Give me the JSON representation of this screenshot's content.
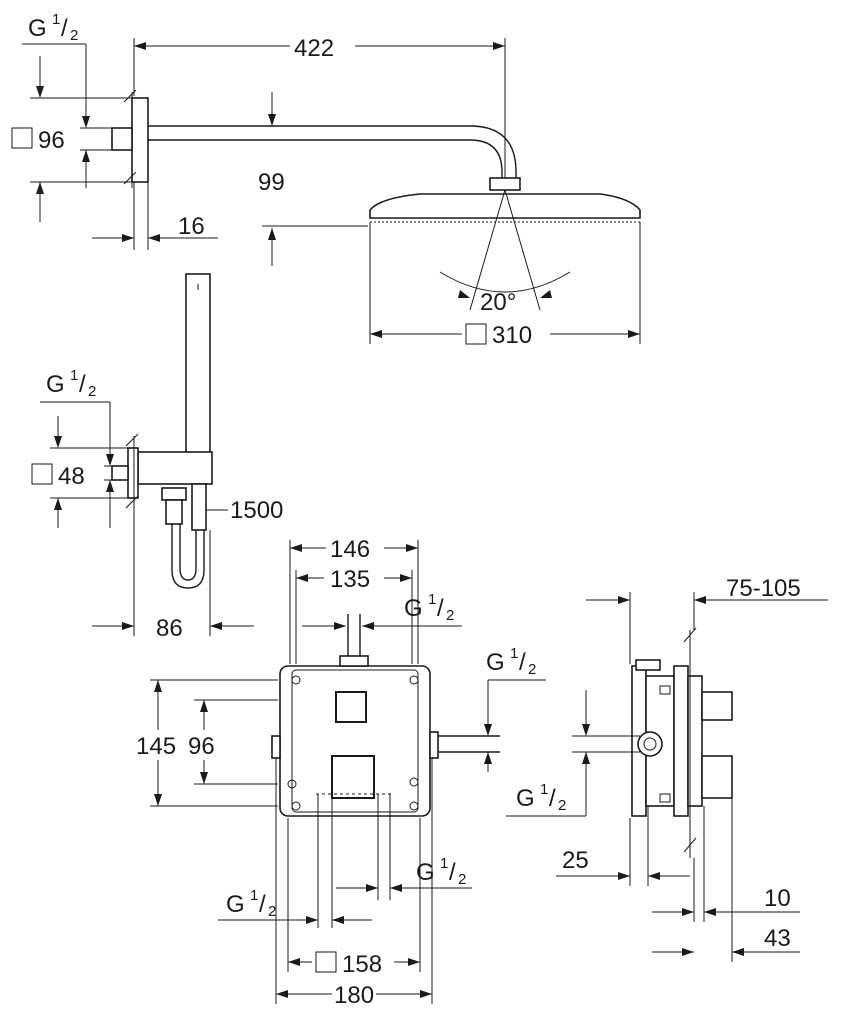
{
  "dimensions": {
    "head_arm_length": "422",
    "wall_flange_square": "96",
    "head_drop": "99",
    "flange_depth": "16",
    "spray_angle": "20°",
    "head_square": "310",
    "hand_flange_square": "48",
    "hose_length": "1500",
    "hand_holder_depth": "86",
    "box_outer_width": "146",
    "box_inner_width": "135",
    "box_height": "145",
    "box_inner_height": "96",
    "cover_square": "158",
    "cover_width": "180",
    "install_depth_range": "75-105",
    "side_depth_25": "25",
    "side_depth_10": "10",
    "side_depth_43": "43"
  },
  "thread": {
    "g": "G",
    "one": "1",
    "slash": "/",
    "two": "2"
  },
  "symbols": {
    "square": "□"
  }
}
